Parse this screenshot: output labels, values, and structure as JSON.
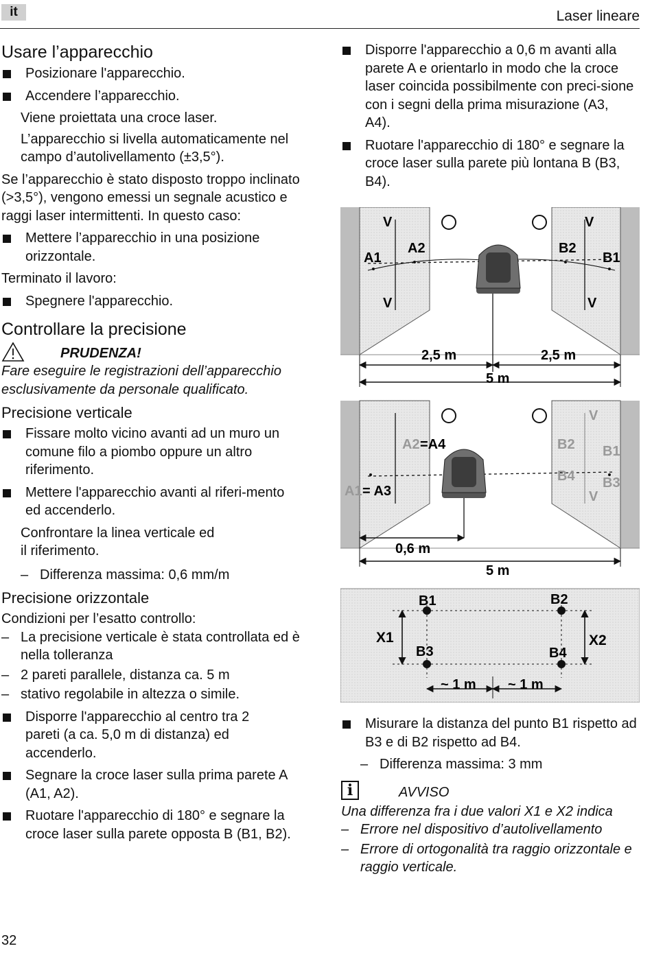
{
  "header": {
    "lang": "it",
    "title": "Laser lineare"
  },
  "page_number": "32",
  "use": {
    "title": "Usare l’apparecchio",
    "b1": "Posizionare l'apparecchio.",
    "b2": "Accendere l’apparecchio.",
    "p1": "Viene proiettata una croce laser.",
    "p2": "L’apparecchio si livella automaticamente nel campo d’autolivellamento (±3,5°).",
    "p3": "Se l’apparecchio è stato disposto troppo inclinato (>3,5°), vengono emessi un segnale acustico e raggi laser intermittenti. In questo caso:",
    "b3": "Mettere l’apparecchio in una posizione orizzontale.",
    "p4": "Terminato il lavoro:",
    "b4": "Spegnere l'apparecchio."
  },
  "check": {
    "title": "Controllare la precisione",
    "warning_label": "PRUDENZA!",
    "warning_text": "Fare eseguire le registrazioni dell’apparecchio esclusivamente da personale qualificato.",
    "vertical": {
      "title": "Precisione verticale",
      "b1": "Fissare molto vicino avanti ad un muro un comune filo a piombo oppure un altro riferimento.",
      "b2": "Mettere l'apparecchio avanti al riferi-mento ed accenderlo.",
      "p1": "Confrontare la linea verticale ed il riferimento.",
      "d1": "Differenza massima: 0,6 mm/m"
    },
    "horizontal": {
      "title": "Precisione orizzontale",
      "p1": "Condizioni per l’esatto controllo:",
      "d1": "La precisione verticale è stata controllata ed è nella tolleranza",
      "d2": "2 pareti parallele, distanza ca. 5 m",
      "d3": "stativo regolabile in altezza o simile.",
      "b1": "Disporre l'apparecchio al centro tra 2 pareti (a ca. 5,0 m di distanza) ed accenderlo.",
      "b2": "Segnare la croce laser sulla prima parete A (A1, A2).",
      "b3": "Ruotare l'apparecchio di 180° e segnare la croce laser sulla parete opposta B (B1, B2).",
      "b4": "Disporre l'apparecchio a 0,6 m avanti alla parete A e orientarlo in modo che la croce laser coincida possibilmente con preci-sione con i segni della prima misurazione (A3, A4).",
      "b5": "Ruotare l'apparecchio di 180° e segnare la croce laser sulla parete più lontana B (B3, B4).",
      "b6": "Misurare la distanza del punto B1 rispetto ad B3 e di B2 rispetto ad B4.",
      "d4": "Differenza massima: 3 mm"
    },
    "notice": {
      "label": "AVVISO",
      "text": "Una differenza fra i due valori X1 e X2 indica",
      "d1": "Errore nel dispositivo d’autolivellamento",
      "d2": "Errore di ortogonalità tra raggio orizzontale e raggio verticale."
    }
  },
  "figure": {
    "panel1": {
      "v": "V",
      "a1": "A1",
      "a2": "A2",
      "b1": "B1",
      "b2": "B2",
      "half_left": "2,5 m",
      "half_right": "2,5 m",
      "total": "5 m"
    },
    "panel2": {
      "a2a4_a": "A2",
      "a2a4_b": "=A4",
      "a1a3_a": "A1",
      "a1a3_b": "= A3",
      "b1": "B1",
      "b2": "B2",
      "b3": "B3",
      "b4": "B4",
      "v": "V",
      "near": "0,6 m",
      "total": "5 m"
    },
    "panel3": {
      "b1": "B1",
      "b2": "B2",
      "b3": "B3",
      "b4": "B4",
      "x1": "X1",
      "x2": "X2",
      "m_left": "~ 1 m",
      "m_right": "~ 1 m"
    }
  }
}
